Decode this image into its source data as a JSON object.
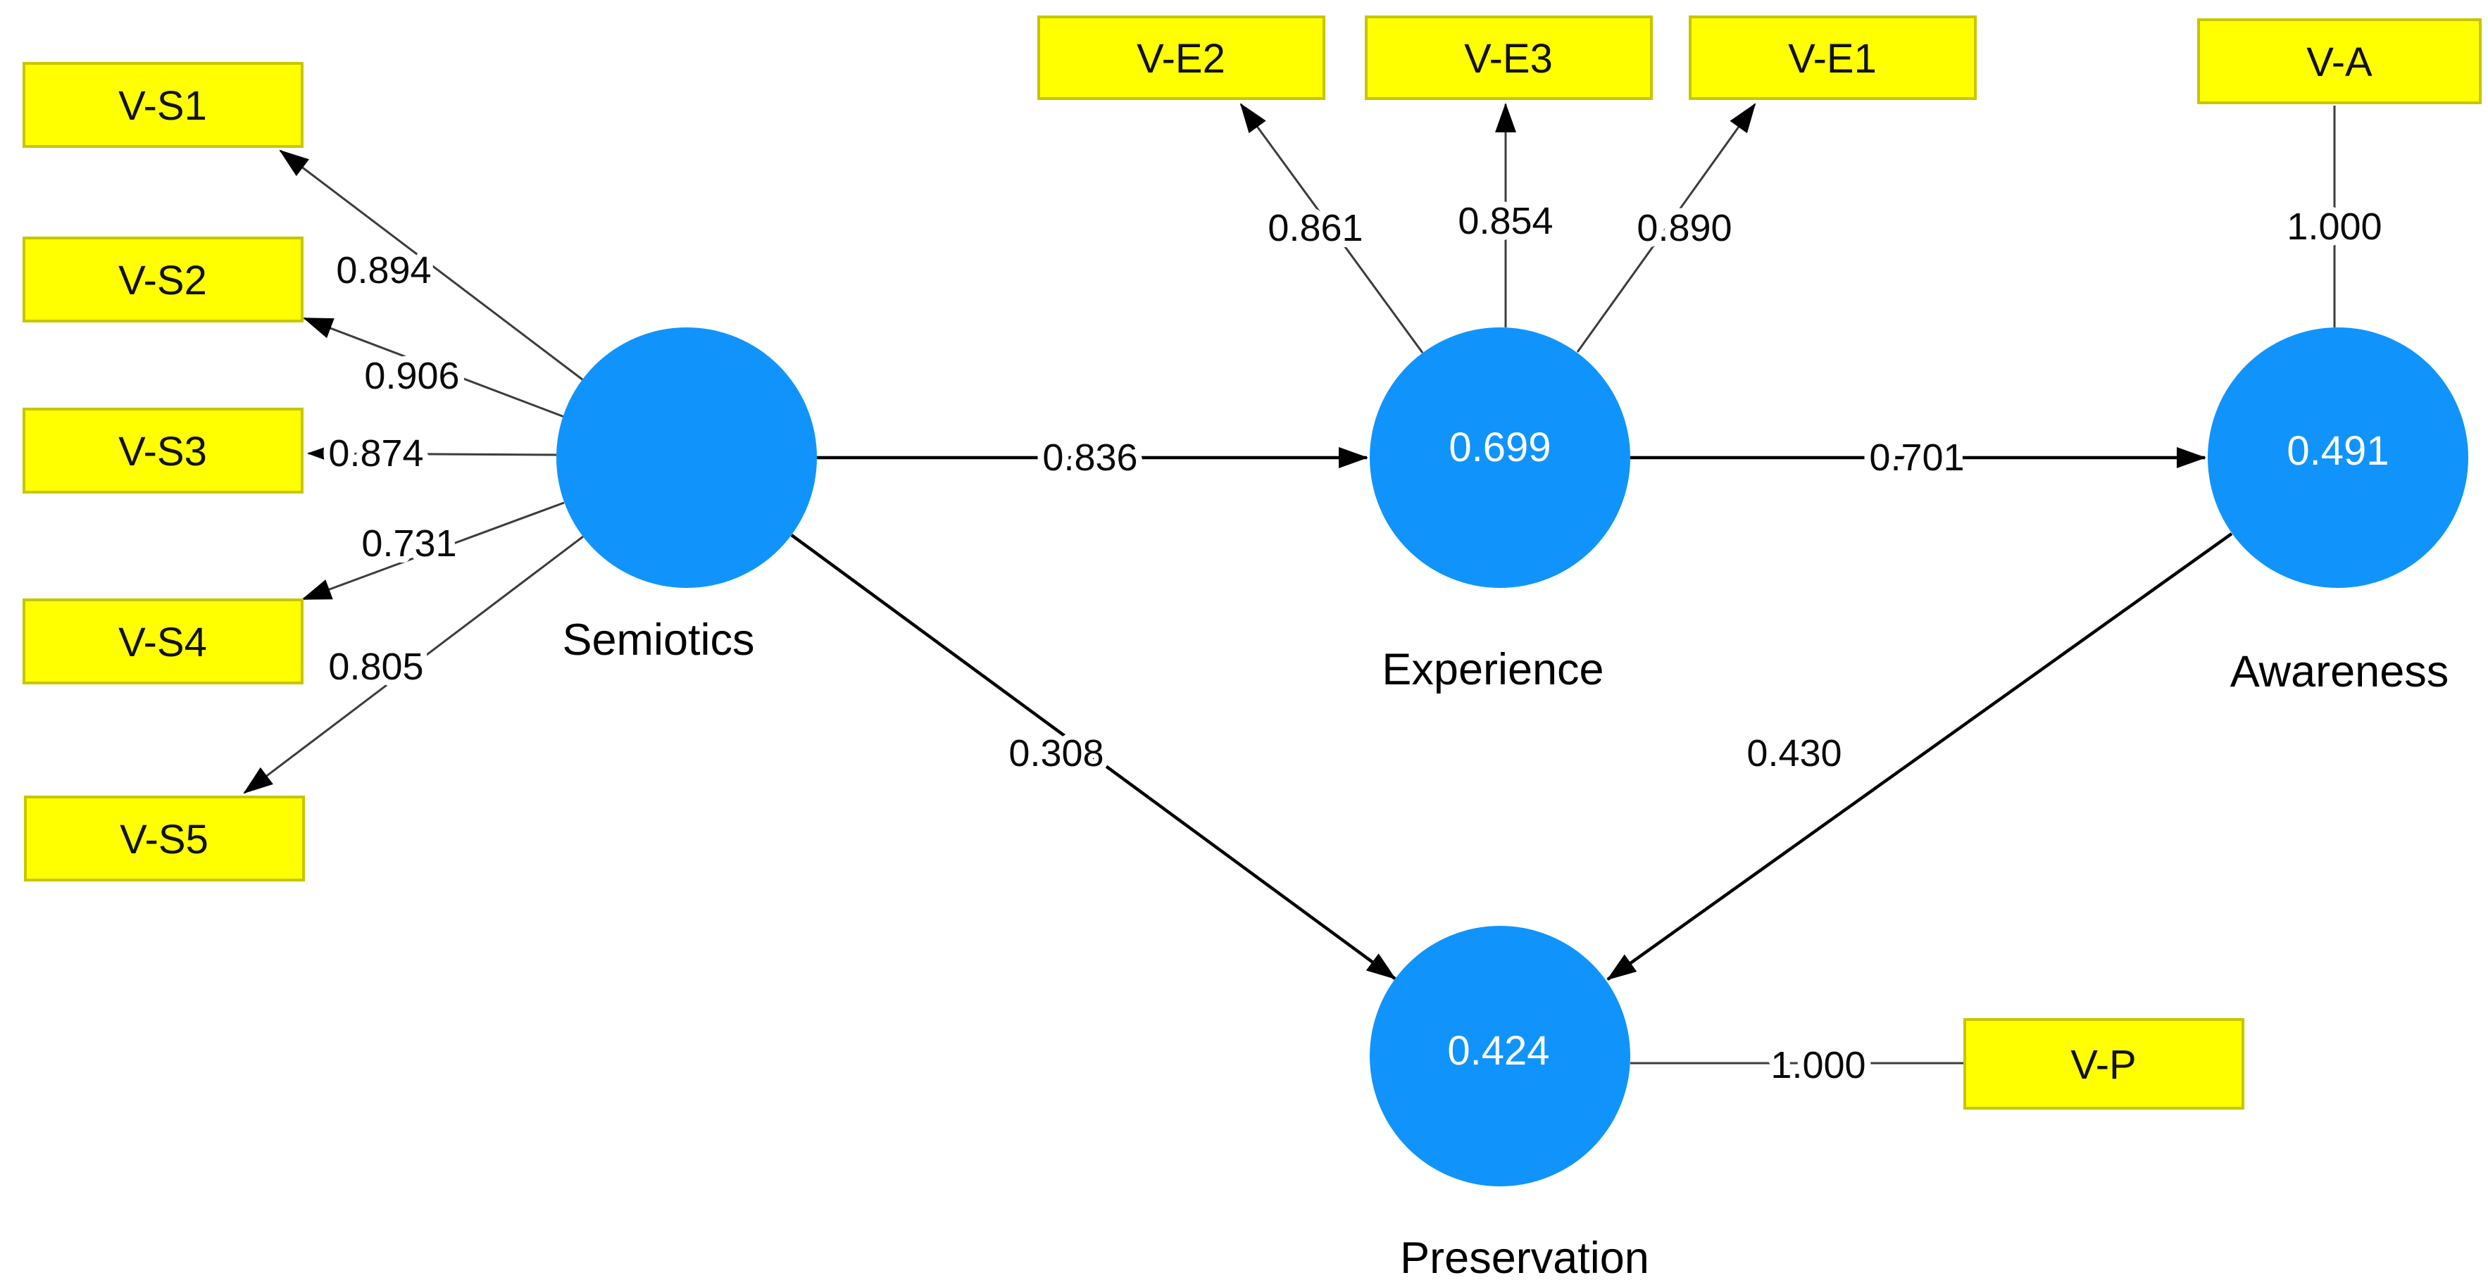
{
  "diagram": {
    "type": "pls-sem-path-model",
    "colors": {
      "latent_fill": "#1094FC",
      "indicator_fill": "#FFFF00",
      "indicator_border": "#C6C600",
      "structural_edge": "#000000",
      "measurement_edge": "#3C3C3C",
      "r2_text": "#FFFFFF",
      "label_text": "#000000"
    },
    "nodes": {
      "semiotics": {
        "label": "Semiotics"
      },
      "experience": {
        "label": "Experience",
        "r2": "0.699"
      },
      "awareness": {
        "label": "Awareness",
        "r2": "0.491"
      },
      "preservation": {
        "label": "Preservation",
        "r2": "0.424"
      }
    },
    "indicators": {
      "vs1": {
        "label": "V-S1",
        "loading": "0.894"
      },
      "vs2": {
        "label": "V-S2",
        "loading": "0.906"
      },
      "vs3": {
        "label": "V-S3",
        "loading": "0.874"
      },
      "vs4": {
        "label": "V-S4",
        "loading": "0.731"
      },
      "vs5": {
        "label": "V-S5",
        "loading": "0.805"
      },
      "ve2": {
        "label": "V-E2",
        "loading": "0.861"
      },
      "ve3": {
        "label": "V-E3",
        "loading": "0.854"
      },
      "ve1": {
        "label": "V-E1",
        "loading": "0.890"
      },
      "va": {
        "label": "V-A",
        "loading": "1.000"
      },
      "vp": {
        "label": "V-P",
        "loading": "1.000"
      }
    },
    "paths": {
      "semiotics_experience": {
        "from": "Semiotics",
        "to": "Experience",
        "value": "0.836"
      },
      "experience_awareness": {
        "from": "Experience",
        "to": "Awareness",
        "value": "0.701"
      },
      "semiotics_preservation": {
        "from": "Semiotics",
        "to": "Preservation",
        "value": "0.308"
      },
      "awareness_preservation": {
        "from": "Awareness",
        "to": "Preservation",
        "value": "0.430"
      }
    }
  }
}
